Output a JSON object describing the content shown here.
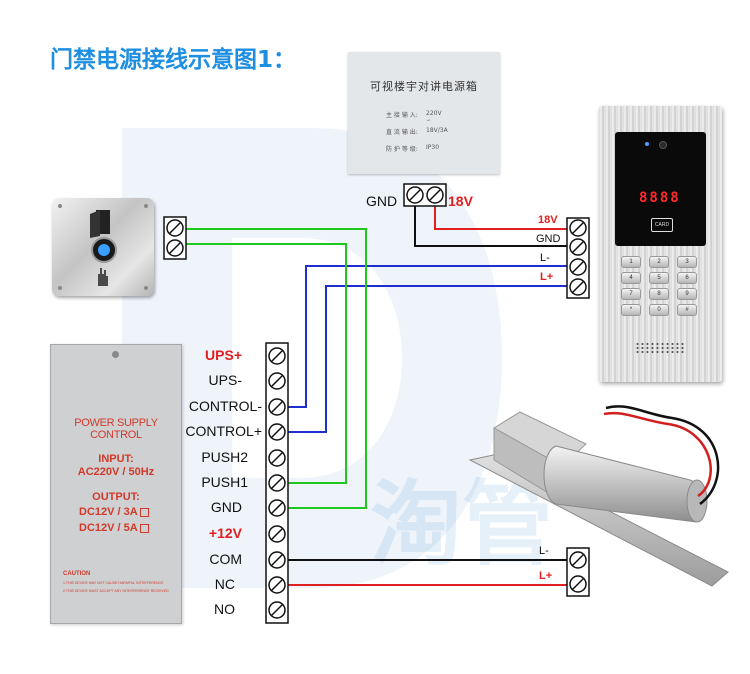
{
  "title": "门禁电源接线示意图1：",
  "label_card": {
    "heading": "可视楼宇对讲电源箱",
    "rows": [
      {
        "k": "主 接 输 入:",
        "v": "220V ∽"
      },
      {
        "k": "直 流 输 出:",
        "v": "18V/3A"
      },
      {
        "k": "防 护 等 级:",
        "v": "IP30"
      }
    ]
  },
  "psu_card": {
    "heading": "POWER SUPPLY CONTROL",
    "input_label": "INPUT:",
    "input_value": "AC220V / 50Hz",
    "output_label": "OUTPUT:",
    "output_1": "DC12V / 3A",
    "output_2": "DC12V / 5A",
    "caution": "CAUTION",
    "caution_line_1": "1.THIS DEVICE MAY NOT CAUSE HARMFUL INTERFERENCE",
    "caution_line_2": "2.THIS DEVICE MUST ACCEPT ANY INTERFERENCE RECEIVED"
  },
  "panel": {
    "display": "8888",
    "card_label": "CARD",
    "keys": [
      "1",
      "2",
      "3",
      "4",
      "5",
      "6",
      "7",
      "8",
      "9",
      "*",
      "0",
      "#"
    ]
  },
  "top_terminal": {
    "gnd": "GND",
    "v18": "18V"
  },
  "intercom_terminal": {
    "labels": [
      "18V",
      "GND",
      "L-",
      "L+"
    ]
  },
  "psu_terminals": [
    "UPS+",
    "UPS-",
    "CONTROL-",
    "CONTROL+",
    "PUSH2",
    "PUSH1",
    "GND",
    "+12V",
    "COM",
    "NC",
    "NO"
  ],
  "lock_terminal": {
    "labels": [
      "L-",
      "L+"
    ]
  },
  "colors": {
    "title": "#1e8fe0",
    "red": "#e02020",
    "green": "#1ec81e",
    "blue": "#1e2ed0",
    "black": "#111111"
  }
}
